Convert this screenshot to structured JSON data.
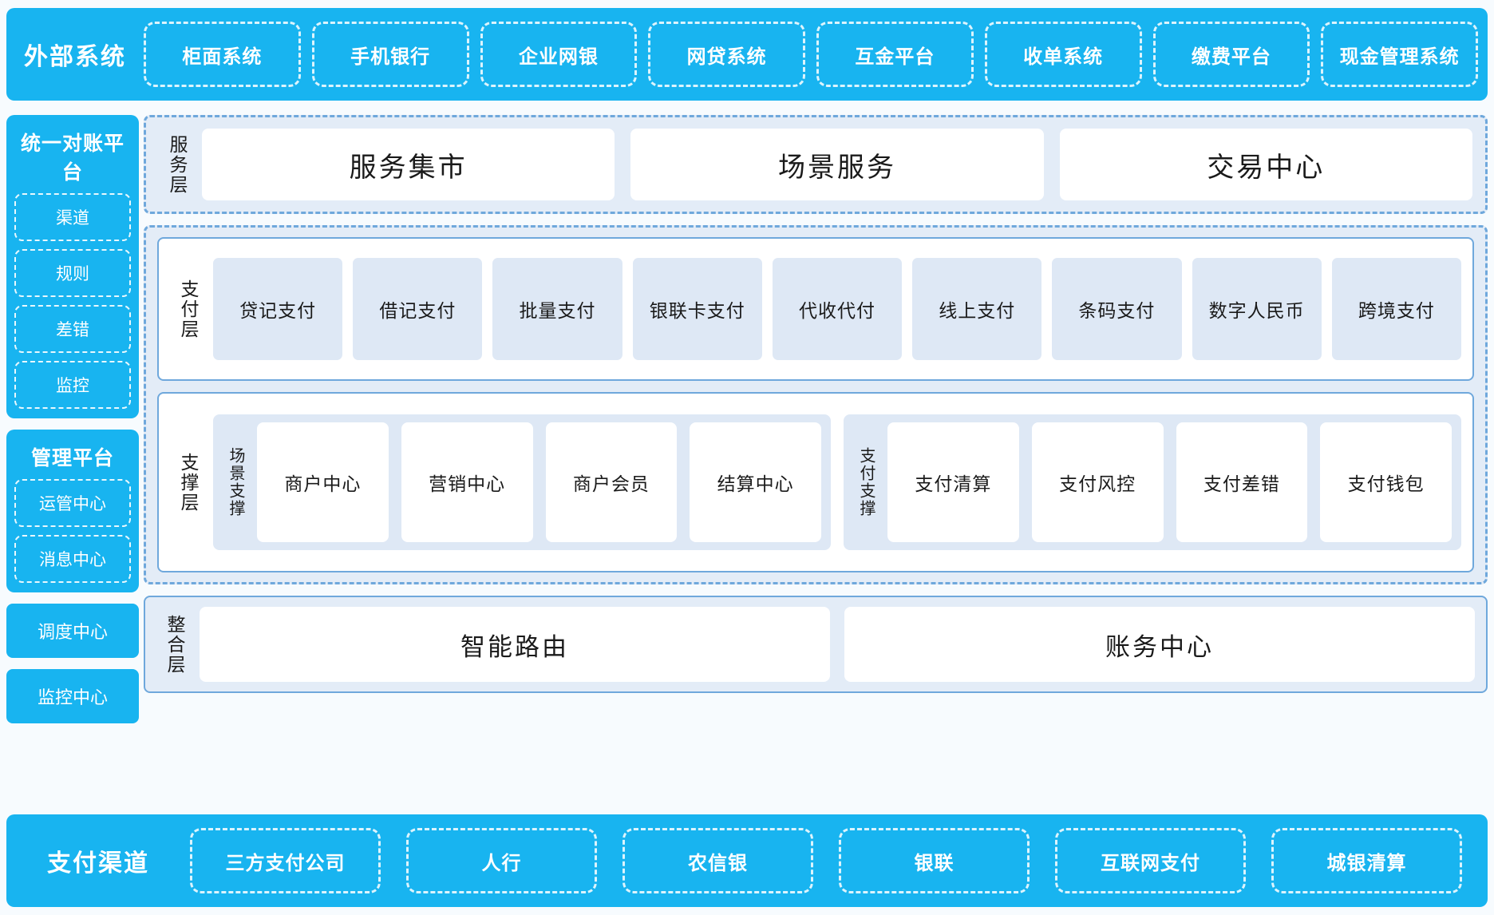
{
  "external_systems": {
    "title": "外部系统",
    "items": [
      "柜面系统",
      "手机银行",
      "企业网银",
      "网贷系统",
      "互金平台",
      "收单系统",
      "缴费平台",
      "现金管理系统"
    ]
  },
  "sidebar": {
    "reconciliation_platform": {
      "title": "统一对账平台",
      "items": [
        "渠道",
        "规则",
        "差错",
        "监控"
      ]
    },
    "management_platform": {
      "title": "管理平台",
      "items": [
        "运管中心",
        "消息中心"
      ]
    },
    "standalone": [
      "调度中心",
      "监控中心"
    ]
  },
  "service_layer": {
    "label": "服务层",
    "cards": [
      "服务集市",
      "场景服务",
      "交易中心"
    ]
  },
  "payment_layer": {
    "label": "支付层",
    "items": [
      "贷记支付",
      "借记支付",
      "批量支付",
      "银联卡支付",
      "代收代付",
      "线上支付",
      "条码支付",
      "数字人民币",
      "跨境支付"
    ]
  },
  "support_layer": {
    "label": "支撑层",
    "groups": [
      {
        "label": "场景支撑",
        "cards": [
          "商户中心",
          "营销中心",
          "商户会员",
          "结算中心"
        ]
      },
      {
        "label": "支付支撑",
        "cards": [
          "支付清算",
          "支付风控",
          "支付差错",
          "支付钱包"
        ]
      }
    ]
  },
  "integration_layer": {
    "label": "整合层",
    "cards": [
      "智能路由",
      "账务中心"
    ]
  },
  "payment_channels": {
    "title": "支付渠道",
    "items": [
      "三方支付公司",
      "人行",
      "农信银",
      "银联",
      "互联网支付",
      "城银清算"
    ]
  },
  "colors": {
    "brand_cyan": "#18b4f0",
    "panel_blue": "#e3ecf7",
    "border_blue": "#6fa8dc",
    "tile_blue": "#dee8f5",
    "page_bg": "#f7fbfe"
  }
}
